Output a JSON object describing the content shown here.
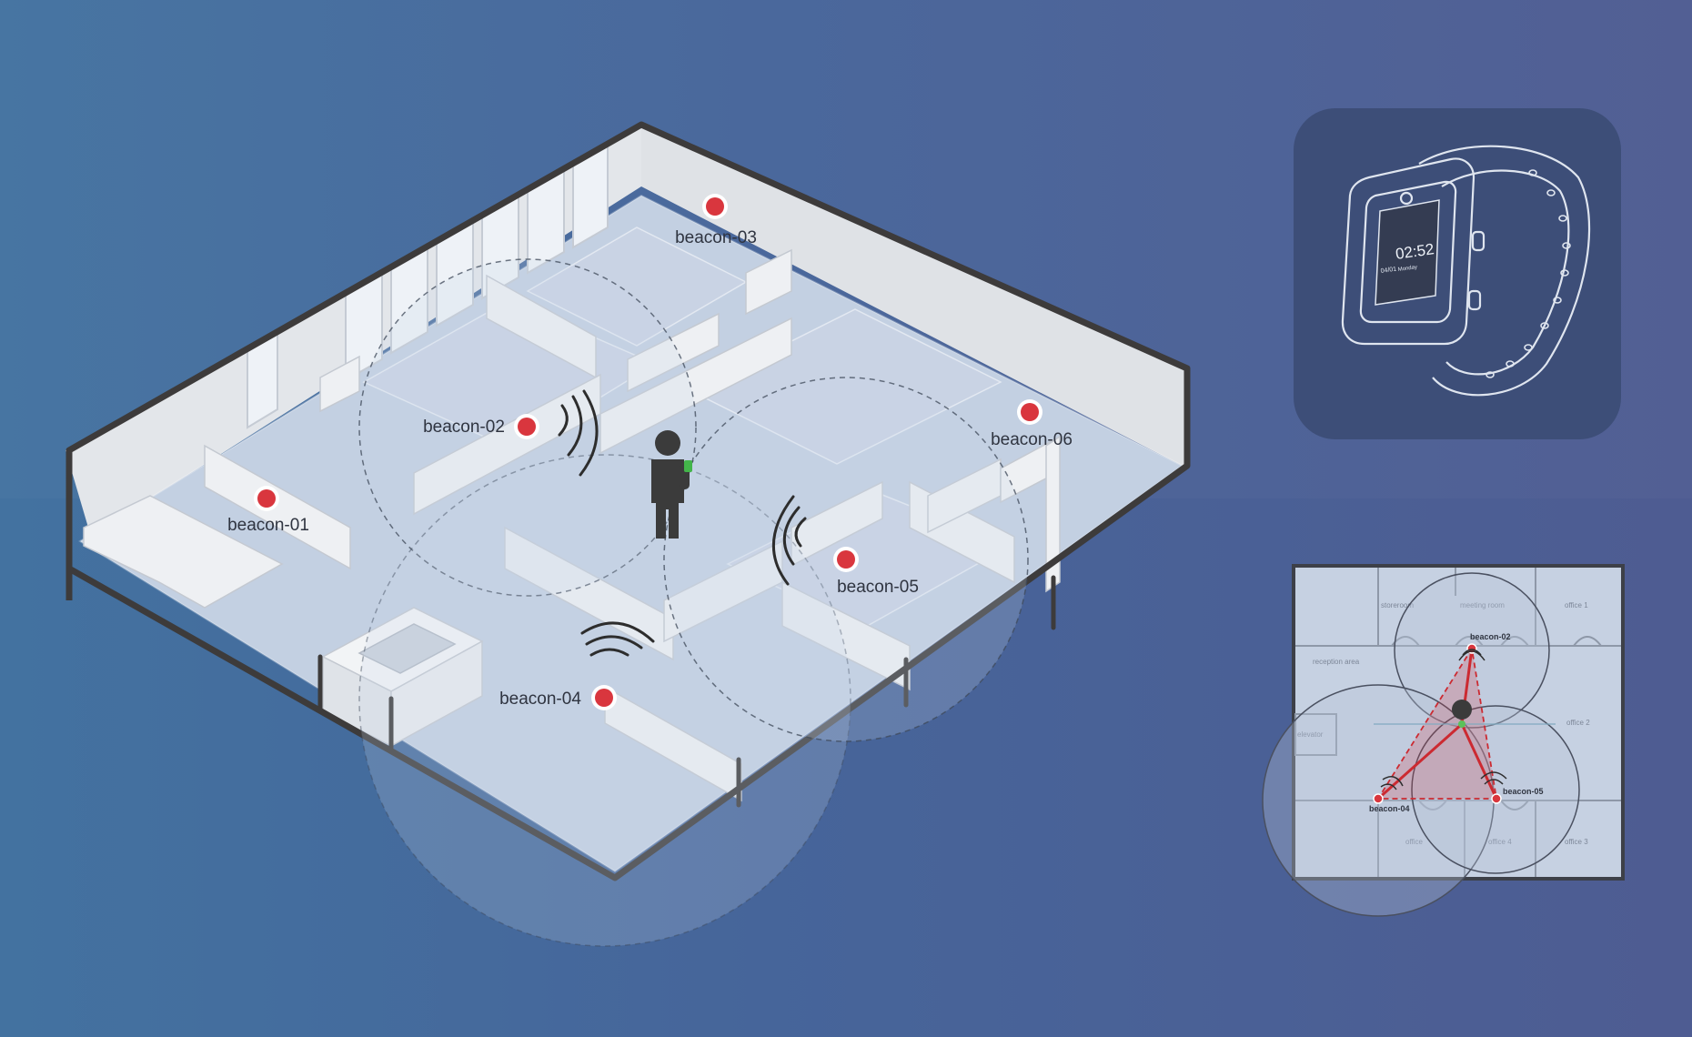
{
  "colors": {
    "background_left": "#4372a0",
    "background_right": "#4e5c92",
    "beacon_red": "#d9363e",
    "wall_dark": "#3d3b3b",
    "floor": "#c3d0e2",
    "inset_panel": "#3d4e78",
    "signal_line": "#cc2a31"
  },
  "icons": {
    "beacon": "beacon-dot-icon",
    "signal": "signal-waves-icon",
    "person": "person-icon",
    "watch": "smartwatch-icon"
  },
  "floor_plan": {
    "beacons": [
      {
        "id": "beacon-01",
        "label": "beacon-01"
      },
      {
        "id": "beacon-02",
        "label": "beacon-02"
      },
      {
        "id": "beacon-03",
        "label": "beacon-03"
      },
      {
        "id": "beacon-04",
        "label": "beacon-04"
      },
      {
        "id": "beacon-05",
        "label": "beacon-05"
      },
      {
        "id": "beacon-06",
        "label": "beacon-06"
      }
    ]
  },
  "watch": {
    "time": "02:52",
    "date": "04/01",
    "day": "Monday"
  },
  "minimap": {
    "rooms": [
      "storeroom",
      "meeting room",
      "office 1",
      "reception area",
      "office 2",
      "elevator",
      "office",
      "office 4",
      "office 3"
    ],
    "beacons": [
      {
        "id": "beacon-02",
        "label": "beacon-02"
      },
      {
        "id": "beacon-04",
        "label": "beacon-04"
      },
      {
        "id": "beacon-05",
        "label": "beacon-05"
      }
    ]
  }
}
